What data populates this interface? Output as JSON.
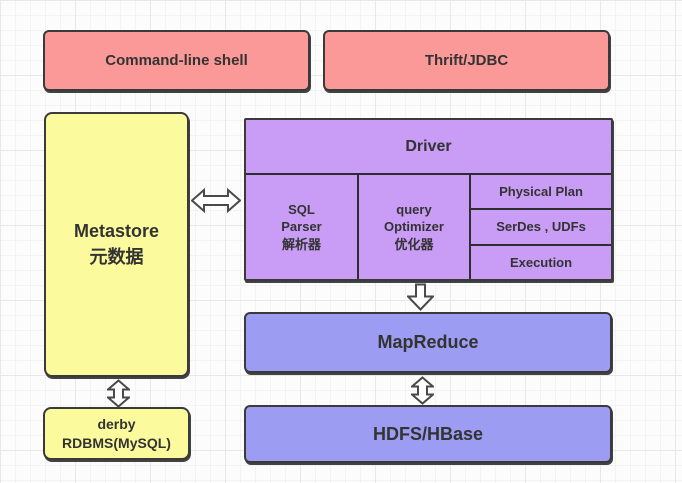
{
  "diagram": {
    "nodes": {
      "command_line_shell": {
        "label": "Command-line shell"
      },
      "thrift_jdbc": {
        "label": "Thrift/JDBC"
      },
      "metastore": {
        "lines": [
          "Metastore",
          "元数据"
        ]
      },
      "driver": {
        "title": "Driver",
        "sql_parser": {
          "lines": [
            "SQL",
            "Parser",
            "解析器"
          ]
        },
        "query_optimizer": {
          "lines": [
            "query",
            "Optimizer",
            "优化器"
          ]
        },
        "stages": [
          "Physical Plan",
          "SerDes , UDFs",
          "Execution"
        ]
      },
      "mapreduce": {
        "label": "MapReduce"
      },
      "hdfs_hbase": {
        "label": "HDFS/HBase"
      },
      "derby_rdbms": {
        "lines": [
          "derby",
          "RDBMS(MySQL)"
        ]
      }
    },
    "arrows": [
      {
        "name": "metastore-driver",
        "type": "double-horizontal"
      },
      {
        "name": "driver-mapreduce",
        "type": "down"
      },
      {
        "name": "mapreduce-hdfs",
        "type": "double-vertical"
      },
      {
        "name": "metastore-derby",
        "type": "double-vertical"
      }
    ],
    "colors": {
      "client_pink": "#fb9999",
      "metastore_yellow": "#fbfb9e",
      "driver_purple": "#c99cf5",
      "storage_periwinkle": "#9c9cf3",
      "border_dark": "#3a3a3a",
      "text_dark": "#333333",
      "canvas_bg": "#fcfcfc",
      "grid_minor": "#f3f3f3",
      "grid_major": "#e8e8e8"
    }
  }
}
